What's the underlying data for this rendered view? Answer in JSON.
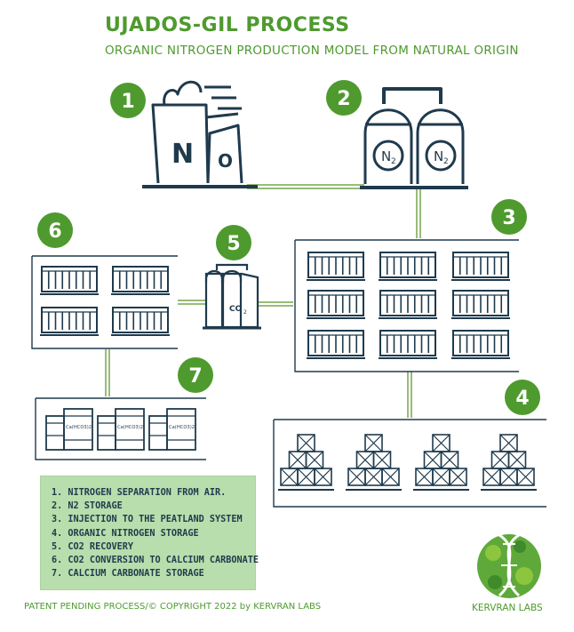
{
  "title": "UJADOS-GIL PROCESS",
  "subtitle": "ORGANIC NITROGEN PRODUCTION MODEL FROM NATURAL ORIGIN",
  "steps": [
    {
      "number": "1"
    },
    {
      "number": "2"
    },
    {
      "number": "3"
    },
    {
      "number": "4"
    },
    {
      "number": "5"
    },
    {
      "number": "6"
    },
    {
      "number": "7"
    }
  ],
  "factory_letters": [
    "N",
    "O"
  ],
  "n2_tank_label": "N",
  "n2_tank_sub": "2",
  "co2_label": "CO",
  "co2_sub": "2",
  "barrel_label": "Ca(HCO3)2",
  "legend": [
    "1. NITROGEN SEPARATION FROM AIR.",
    "2. N2 STORAGE",
    "3. INJECTION TO THE PEATLAND SYSTEM",
    "4. ORGANIC NITROGEN STORAGE",
    "5. CO2 RECOVERY",
    "6. CO2 CONVERSION TO CALCIUM CARBONATE",
    "7. CALCIUM CARBONATE STORAGE"
  ],
  "footer": "PATENT PENDING PROCESS/© COPYRIGHT 2022 by KERVRAN LABS",
  "brand": "KERVRAN LABS",
  "colors": {
    "green": "#4e9a2e",
    "line": "#76a64b",
    "navy": "#1f3a4d",
    "legend_bg": "#b7deac"
  }
}
